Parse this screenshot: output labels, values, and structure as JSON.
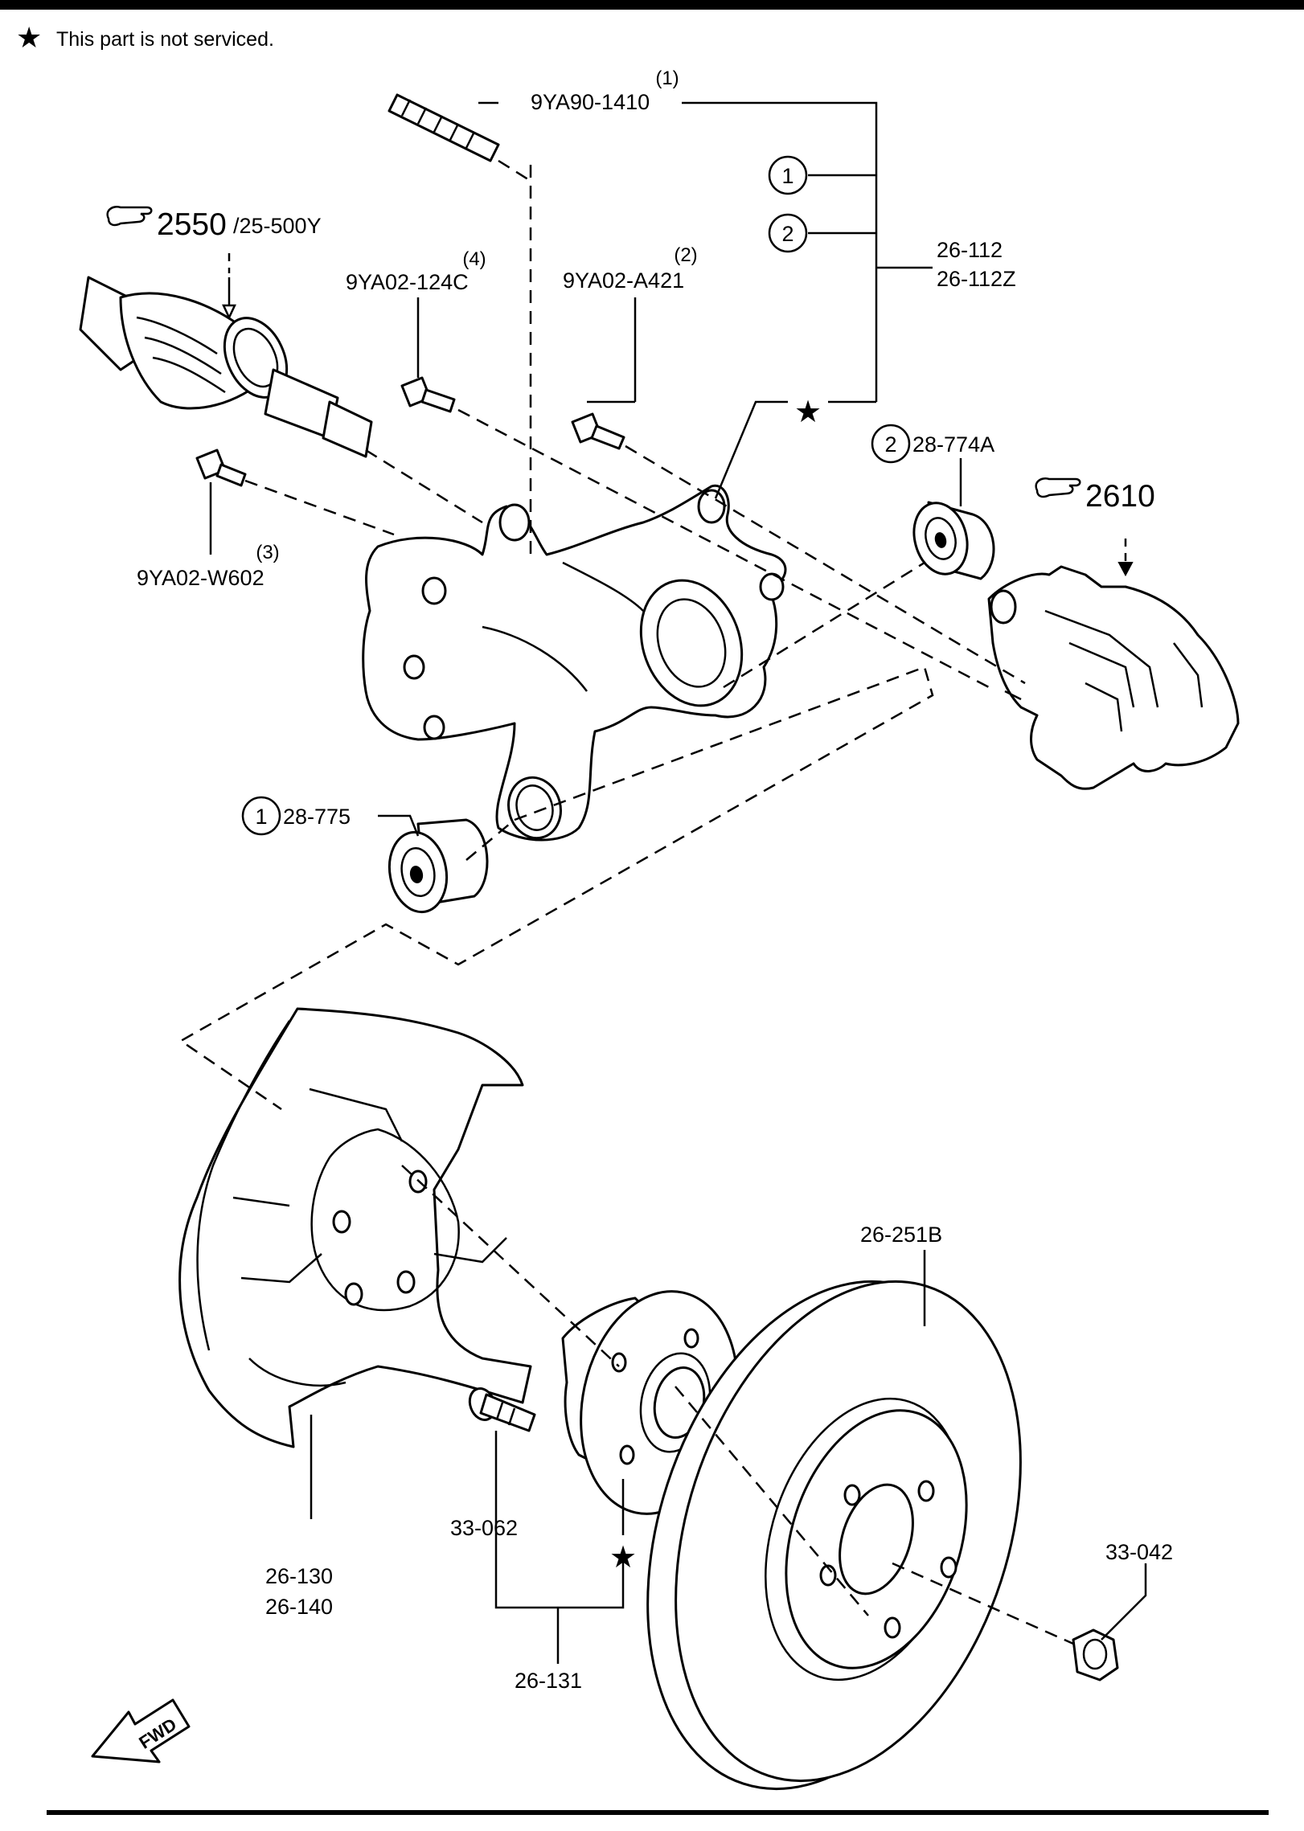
{
  "note": {
    "symbol": "★",
    "text": "This part is not serviced."
  },
  "refs": [
    {
      "icon": "pointing-hand-icon",
      "main": "2550",
      "sub": "/25-500Y"
    },
    {
      "icon": "pointing-hand-icon",
      "main": "2610",
      "sub": ""
    }
  ],
  "callouts": {
    "hub_bolt": {
      "index": "(1)",
      "part": "9YA90-1410"
    },
    "bolt_124c": {
      "index": "(4)",
      "part": "9YA02-124C"
    },
    "bolt_a421": {
      "index": "(2)",
      "part": "9YA02-A421"
    },
    "bolt_w602": {
      "index": "(3)",
      "part": "9YA02-W602"
    },
    "knuckle": {
      "part1": "26-112",
      "part2": "26-112Z",
      "mark": "★"
    },
    "bushing_upper": {
      "circle": "2",
      "part": "28-774A"
    },
    "bushing_lower": {
      "circle": "1",
      "part": "28-775"
    },
    "bracket_circle_1": "1",
    "bracket_circle_2": "2",
    "dust_shield": {
      "part1": "26-130",
      "part2": "26-140"
    },
    "hub_assembly": {
      "part": "26-131",
      "mark": "★"
    },
    "wheel_stud": {
      "part": "33-062"
    },
    "disc": {
      "part": "26-251B"
    },
    "nut": {
      "part": "33-042"
    },
    "fwd": "FWD"
  }
}
